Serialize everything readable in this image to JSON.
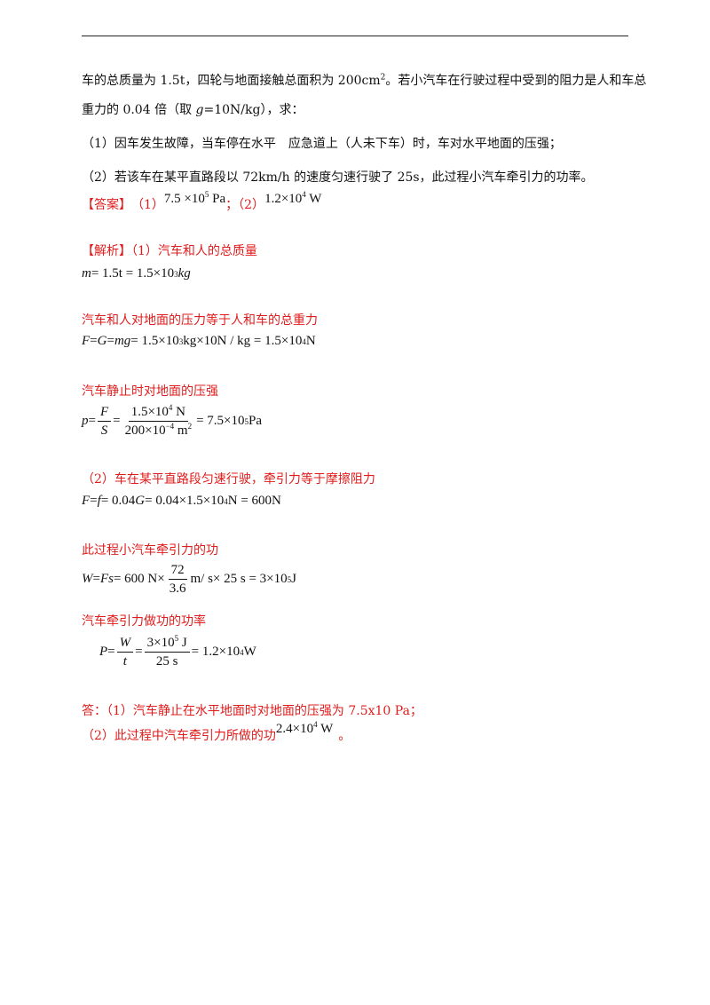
{
  "problem": {
    "line1a": "车的总质量为 1.5t，四轮与地面接触总面积为 200cm",
    "line1sup": "2",
    "line1b": "。若小汽车在行驶过程中受到的阻力是人和车总",
    "line2a": "重力的 0.04 倍（取 ",
    "line2g": "g",
    "line2b": "=10N/kg），求：",
    "q1": "（1）因车发生故障，当车停在水平　应急道上（人未下车）时，车对水平地面的压强；",
    "q2": "（2）若该车在某平直路段以 72km/h 的速度匀速行驶了 25s，此过程小汽车牵引力的功率。"
  },
  "answer": {
    "label": "【答案】",
    "p1": "（1）",
    "v1": "7.5 ×10",
    "v1sup": "5",
    "v1unit": " Pa",
    "sep": "；（2）",
    "v2": "1.2×10",
    "v2sup": "4",
    "v2unit": " W"
  },
  "analysis": {
    "label": "【解析】",
    "t1": "（1）汽车和人的总质量",
    "eq1": {
      "lhs": "m",
      "rhs": " = 1.5t = 1.5×10",
      "sup": "3",
      "unit": "kg"
    },
    "t2": "汽车和人对地面的压力等于人和车的总重力",
    "eq2": {
      "F": "F",
      "eq": " = ",
      "G": "G",
      "eq2": " = ",
      "mg": "mg",
      "rhs": " = 1.5×10",
      "sup1": "3",
      "mid": " kg×10N / kg = 1.5×10",
      "sup2": "4",
      "unit": " N"
    },
    "t3": "汽车静止时对地面的压强",
    "eq3": {
      "p": "p",
      "F": "F",
      "S": "S",
      "num": "1.5×10",
      "numsup": "4",
      "numunit": " N",
      "den": "200×10",
      "densup": "−4",
      "denunit": " m",
      "densup2": "2",
      "rhs": " = 7.5×10",
      "rhssup": "5",
      "unit": " Pa"
    },
    "t4": "（2）车在某平直路段匀速行驶，牵引力等于摩擦阻力",
    "eq4": {
      "F": "F",
      "f": "f",
      "mid": " = 0.04",
      "G": "G",
      "rhs": " = 0.04×1.5×10",
      "sup": "4",
      "unit": " N = 600N"
    },
    "t5": "此过程小汽车牵引力的功",
    "eq5": {
      "W": "W",
      "Fs": "Fs",
      "a": " = 600 N×",
      "num": "72",
      "den": "3.6",
      "b": " m/ s× 25 s = 3×10",
      "sup": "5",
      "unit": " J"
    },
    "t6": "汽车牵引力做功的功率",
    "eq6": {
      "P": "P",
      "W": "W",
      "t": "t",
      "num": "3×10",
      "numsup": "5",
      "numunit": " J",
      "den": "25 s",
      "rhs": " = 1.2×10",
      "sup": "4",
      "unit": " W"
    }
  },
  "conclusion": {
    "c1": "答：（1）汽车静止在水平地面时对地面的压强为 7.5x10 Pa；",
    "c2a": "（2）此过程中汽车牵引力所做的功",
    "c2val": "2.4×10",
    "c2sup": "4",
    "c2unit": " W",
    "c2end": "。"
  }
}
